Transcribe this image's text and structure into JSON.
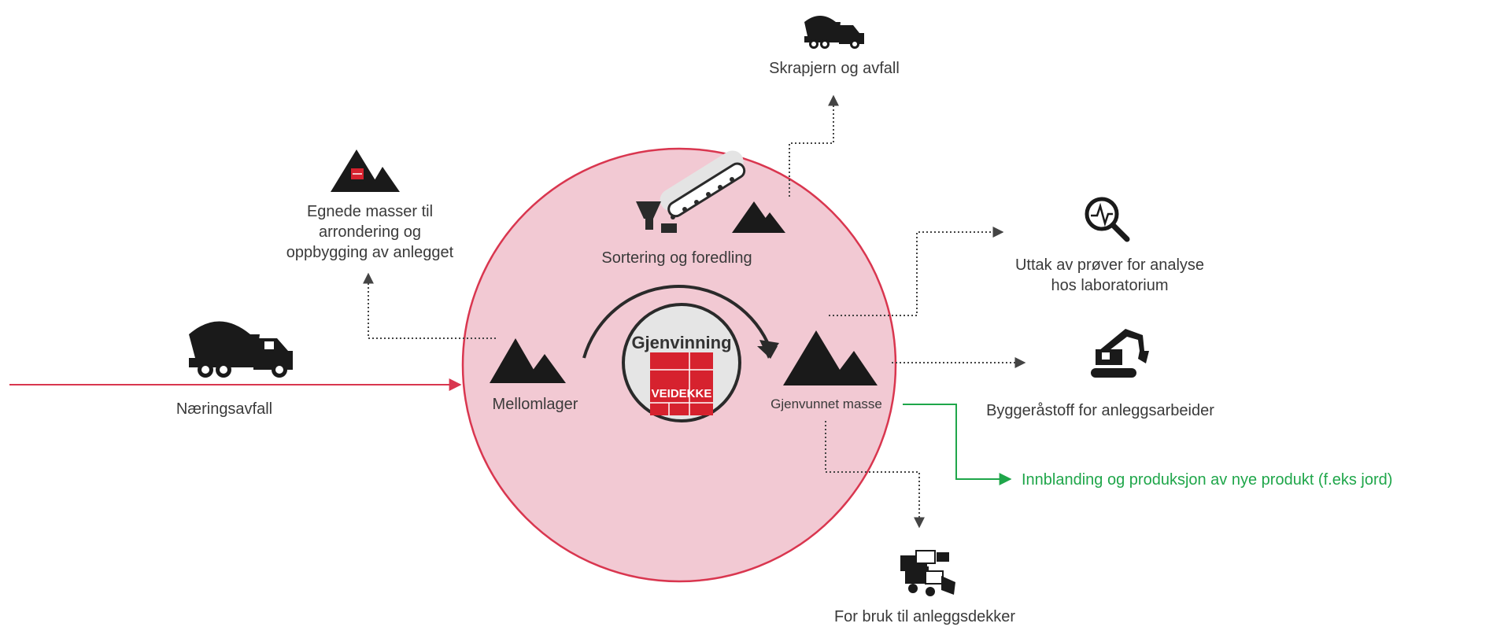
{
  "diagram": {
    "center": {
      "title": "Gjenvinning",
      "brand": "VEIDEKKE"
    },
    "nodes": {
      "input": "Næringsavfall",
      "mellomlager": "Mellomlager",
      "sortering": "Sortering og foredling",
      "gjenvunnet": "Gjenvunnet masse",
      "egnede": [
        "Egnede masser til",
        "arrondering og",
        "oppbygging av anlegget"
      ],
      "skrapjern": "Skrapjern og avfall",
      "uttak": [
        "Uttak av prøver for analyse",
        "hos laboratorium"
      ],
      "byggerastoff": "Byggeråstoff for anleggsarbeider",
      "innblanding": "Innblanding og produksjon av nye produkt (f.eks jord)",
      "anleggsdekker": "For bruk til anleggsdekker"
    },
    "colors": {
      "circle_fill": "#f2c9d3",
      "circle_stroke": "#d9364f",
      "input_arrow": "#d9364f",
      "green_arrow": "#1fa64a",
      "dotted_arrow": "#444444",
      "brand_red": "#d6222e",
      "icon": "#1a1a1a"
    }
  }
}
